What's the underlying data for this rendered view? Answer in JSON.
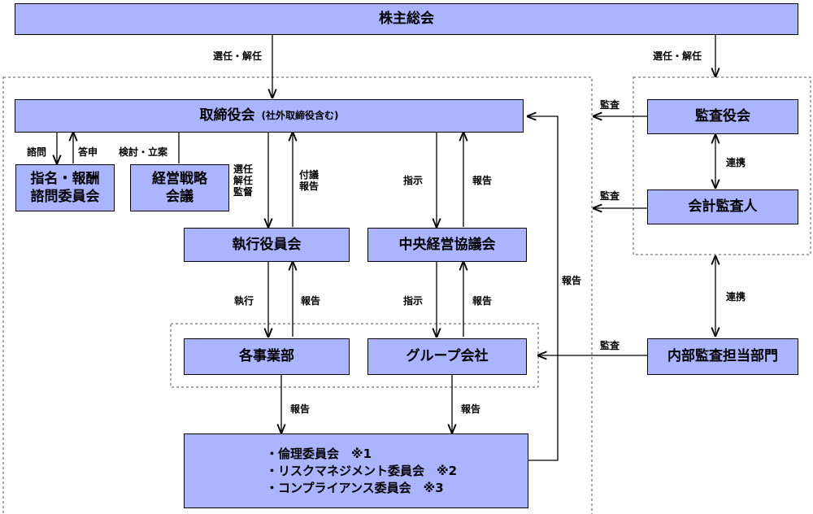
{
  "boxes": {
    "shareholders": "株主総会",
    "board": "取締役会",
    "board_note": "(社外取締役含む)",
    "nomination_line1": "指名・報酬",
    "nomination_line2": "諮問委員会",
    "strategy_line1": "経営戦略",
    "strategy_line2": "会議",
    "exec_officers": "執行役員会",
    "central_council": "中央経営協議会",
    "business_units": "各事業部",
    "group_companies": "グループ会社",
    "auditors": "監査役会",
    "accounting_auditor": "会計監査人",
    "internal_audit": "内部監査担当部門",
    "committees": [
      "・倫理委員会　※1",
      "・リスクマネジメント委員会　※2",
      "・コンプライアンス委員会　※3"
    ]
  },
  "labels": {
    "elect_dismiss_left": "選任・解任",
    "elect_dismiss_right": "選任・解任",
    "consult": "諮問",
    "answer": "答申",
    "review_plan": "検討・立案",
    "elect_supervise": "選任解任監督",
    "refer_report": "付議報告",
    "instruct_central": "指示",
    "report_central": "報告",
    "execute": "執行",
    "report_exec": "報告",
    "instruct_group": "指示",
    "report_group": "報告",
    "report_bu_committee": "報告",
    "report_group_committee": "報告",
    "report_committee_board": "報告",
    "audit_board": "監査",
    "audit_accounting": "監査",
    "audit_internal": "監査",
    "cooperate_auditors": "連携",
    "cooperate_internal": "連携"
  }
}
